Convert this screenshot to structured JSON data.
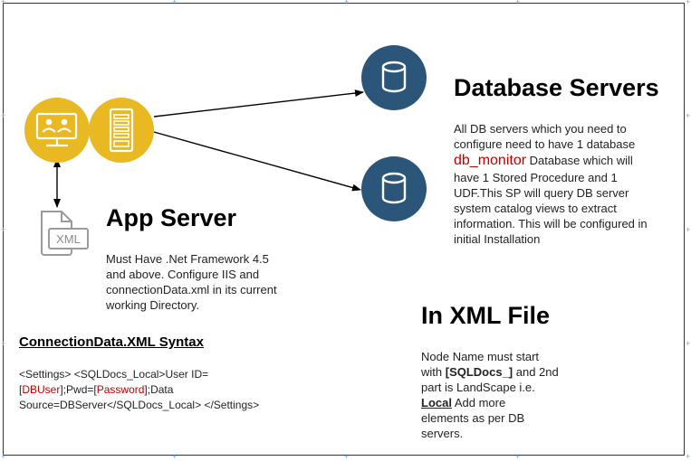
{
  "db_section": {
    "title": "Database Servers",
    "line1": "All DB servers which you need to",
    "line2": "configure need to have 1 database",
    "db_name": "db_monitor",
    "line3_rest": " Database which will",
    "line4": "have 1 Stored Procedure and 1",
    "line5": "UDF.This SP will query DB server",
    "line6": "system catalog views to extract",
    "line7": "information. This will be configured in",
    "line8": "initial Installation"
  },
  "app_section": {
    "title": "App Server",
    "line1": "Must Have .Net Framework 4.5",
    "line2": "and above. Configure IIS and",
    "line3": "connectionData.xml in its current",
    "line4": "working Directory."
  },
  "syntax_section": {
    "title": "ConnectionData.XML Syntax",
    "l1": "<Settings> <SQLDocs_Local>User ID=",
    "l2_open": "[",
    "l2_user": "DBUser",
    "l2_mid": "];Pwd=[",
    "l2_pwd": "Password",
    "l2_close": "];Data",
    "l3": "Source=DBServer</SQLDocs_Local> </Settings>"
  },
  "xml_section": {
    "title": "In XML File",
    "l1": "Node Name must start",
    "l2_pre": "with ",
    "l2_bold": "[SQLDocs_]",
    "l2_post": " and 2nd",
    "l3": "part is LandScape i.e.",
    "l4_bold": "Local",
    "l4_post": "  Add more",
    "l5": "elements as per DB",
    "l6": "servers."
  },
  "icons": {
    "xml_label": "XML"
  },
  "colors": {
    "db_blue": "#2b5679",
    "app_gold": "#e8b923",
    "emphasis_red": "#c00000"
  }
}
